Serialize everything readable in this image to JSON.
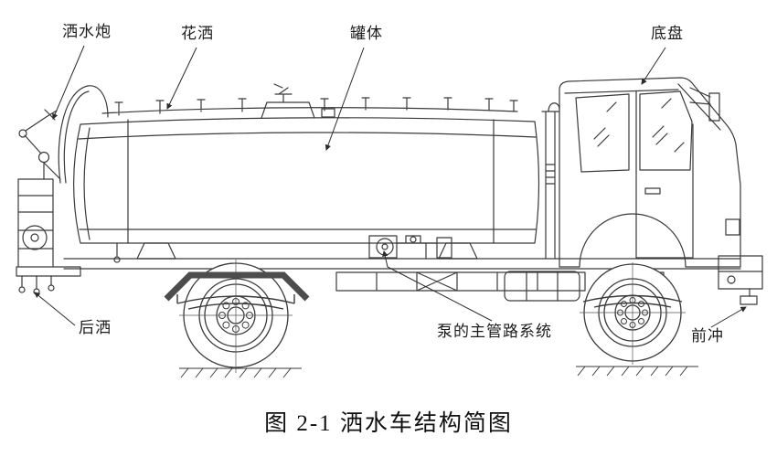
{
  "figure": {
    "caption": "图 2-1 洒水车结构简图"
  },
  "labels": {
    "water_cannon": "洒水炮",
    "shower_sprinkler": "花洒",
    "tank_body": "罐体",
    "chassis": "底盘",
    "rear_spray": "后洒",
    "pump_main_pipeline": "泵的主管路系统",
    "front_flush": "前冲"
  },
  "colors": {
    "line": "#3a3a3a",
    "leader": "#2b2b2b",
    "dark_fender": "#4d4d4d",
    "background": "#ffffff",
    "text": "#1c1c1c"
  }
}
